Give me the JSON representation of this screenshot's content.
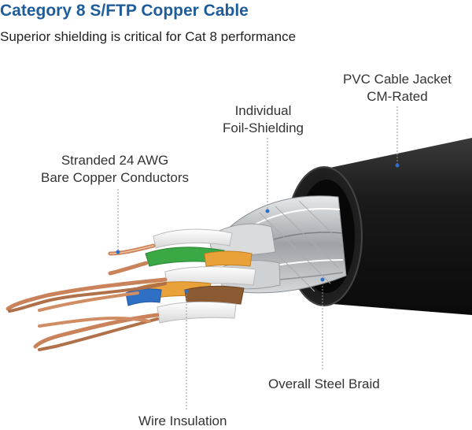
{
  "header": {
    "title": "Category 8 S/FTP Copper Cable",
    "subtitle": "Superior shielding is critical for Cat 8 performance"
  },
  "callouts": {
    "jacket": {
      "line1": "PVC Cable Jacket",
      "line2": "CM-Rated"
    },
    "foil": {
      "line1": "Individual",
      "line2": "Foil-Shielding"
    },
    "conductors": {
      "line1": "Stranded 24 AWG",
      "line2": "Bare Copper Conductors"
    },
    "braid": {
      "line1": "Overall Steel Braid"
    },
    "insulation": {
      "line1": "Wire Insulation"
    }
  },
  "colors": {
    "title": "#1f5c99",
    "jacket": "#151515",
    "copper": "#c9825a",
    "green": "#3aa845",
    "orange": "#e9a23a",
    "blue": "#2f6fc4",
    "brown": "#8a5a33",
    "braid": "#b9bcc0"
  }
}
